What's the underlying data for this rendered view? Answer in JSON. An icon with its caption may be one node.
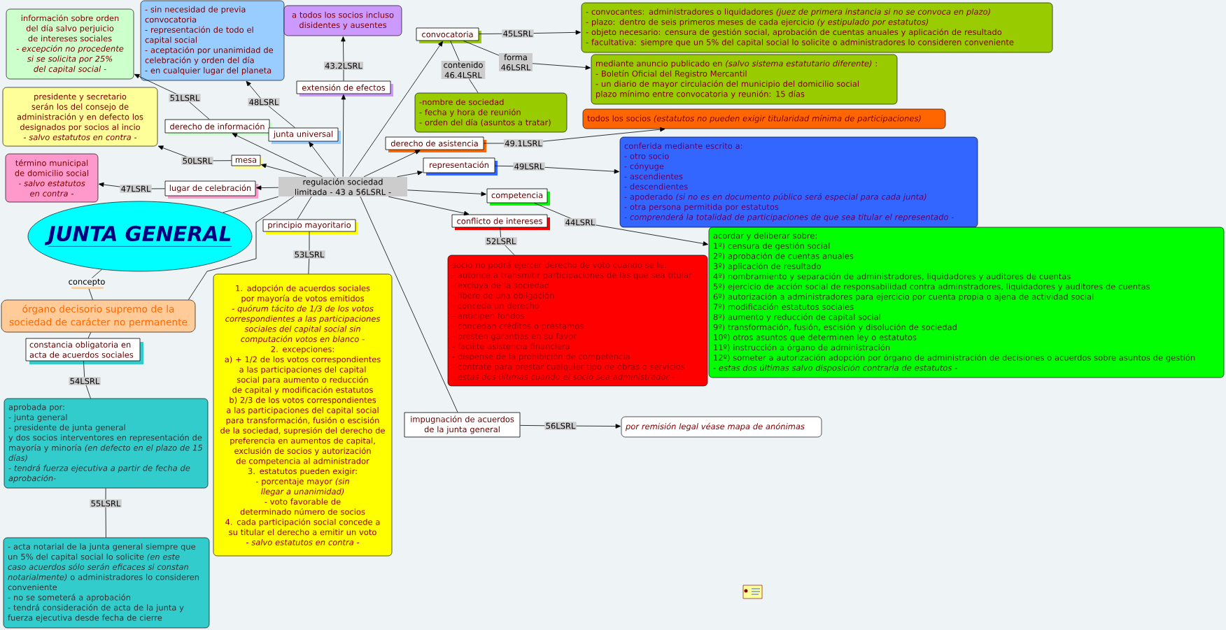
{
  "diagram": {
    "nodes": [
      {
        "text": [
          "información sobre orden del día salvo perjuicio de intereses sociales",
          "- excepción no procedente si se solicita por 25% del capital social -"
        ]
      },
      {
        "text": [
          "- sin necesidad de previa convocatoria",
          "- representación de todo el capital social",
          "- aceptación por unanimidad de celebración y orden del día",
          "- en cualquier lugar del planeta"
        ]
      },
      {
        "text": [
          "a todos los socios incluso disidentes y ausentes"
        ]
      },
      {
        "text": [
          "convocatoria"
        ]
      },
      {
        "text": [
          "- convocantes: administradores o liquidadores *(juez de primera instancia si no se convoca en plazo)*",
          "- plazo: dentro de seis primeros meses de cada ejercicio *(y estipulado por estatutos)*",
          "- objeto necesario: censura de gestión social, aprobación de cuentas anuales y aplicación de resultado",
          "- facultativa: siempre que un 5% del capital social lo solicite o administradores lo consideren conveniente"
        ]
      },
      {
        "text": [
          "mediante anuncio publicado en *(salvo sistema estatutario diferente)* :",
          "- Boletín Oficial del Registro Mercantil",
          "- un diario de mayor circulación del municipio del domicilio social",
          "plazo mínimo entre convocatoria y reunión: 15 días"
        ]
      },
      {
        "text": [
          "presidente y secretario serán los del consejo de administración y en defecto los designados por socios al incio",
          "- salvo estatutos en contra -"
        ]
      },
      {
        "text": [
          "-nombre de sociedad",
          "- fecha y hora de reunión",
          "- orden del día (asuntos a tratar)"
        ]
      },
      {
        "text": [
          "extensión de efectos"
        ]
      },
      {
        "text": [
          "todos los socios *(estatutos no pueden exigir titularidad mínima de participaciones)*"
        ]
      },
      {
        "text": [
          "derecho de información"
        ]
      },
      {
        "text": [
          "junta universal"
        ]
      },
      {
        "text": [
          "derecho de asistencia"
        ]
      },
      {
        "text": [
          "conferida mediante escrito a:",
          "- otro socio",
          "- cónyuge",
          "- ascendientes",
          "- descendientes",
          "- apoderado *(si no es en documento público será especial para cada junta)*",
          "- otra persona permitida por estatutos",
          "- comprenderá la totalidad de participaciones de que sea titular el representado -"
        ]
      },
      {
        "text": [
          "representación"
        ]
      },
      {
        "text": [
          "término municipal de domicilio social",
          "- salvo estatutos en contra -"
        ]
      },
      {
        "text": [
          "mesa"
        ]
      },
      {
        "text": [
          "lugar de celebración"
        ]
      },
      {
        "text": [
          "regulación sociedad limitada - 43 a 56LSRL -"
        ]
      },
      {
        "text": [
          "competencia"
        ]
      },
      {
        "text": [
          "conflicto de intereses"
        ]
      },
      {
        "text": [
          "JUNTA GENERAL"
        ]
      },
      {
        "text": [
          "principio mayoritario"
        ]
      },
      {
        "text": [
          "acordar y deliberar sobre:",
          "1º) censura de gestión social",
          "2º) aprobación de cuentas anuales",
          "3º) aplicación de resultado",
          "4º) nombramiento y separación de administradores, liquidadores y auditores de cuentas",
          "5º) ejercicio de acción social de responsabilidad contra adminstradores, liquidadores y auditores de cuentas",
          "6º) autorización a administradores para ejercicio por cuenta propia o ajena de actividad social",
          "7º) modificación estatutos sociales",
          "8º) aumento y reducción de capital social",
          "9º) transformación, fusión, escisión y disolución de sociedad",
          "10º) otros asuntos que determinen ley o estatutos",
          "11º) instrucción a órgano de administración",
          "12º) someter a autorización adopción por órgano de administración de decisiones o acuerdos sobre asuntos de gestión",
          "- estas dos últimas salvo disposición contraria de estatutos -"
        ]
      },
      {
        "text": [
          "socio no podrá ejercer derecho de voto cuando se le:",
          "- autorice a transmitir participaciones de las que sea titular",
          "- excluya de la sociedad",
          "- libere de una obligación",
          "- conceda un derecho",
          "- anticipen fondos",
          "- concedan créditos o préstamos",
          "- presten garantías en su favor",
          "- facilite asistencia financiera",
          "- dispense de la prohibición de competencia",
          "- contrate para prestar cualquier tipo de obras o servicios",
          "- estas dos últimas cuando el socio sea administrador -"
        ]
      },
      {
        "text": [
          "1. adopción de acuerdos sociales por mayoría de votos emitidos",
          "- quórum tácito de 1/3 de los votos correspondientes a las participaciones sociales del capital social sin computación votos en blanco -",
          "2. excepciones:",
          "a) + 1/2 de los votos correspondientes a las participaciones del capital social para aumento o reducción de capital y modificación estatutos",
          "b) 2/3 de los votos correspondientes a las participaciones del capital social para transformación, fusión o escisión de la sociedad, supresión del derecho de preferencia en aumentos de capital, exclusión de socios y autorización de competencia al administrador",
          "3. estatutos pueden exigir:",
          "- porcentaje mayor *(sin llegar a unanimidad)*",
          "- voto favorable de determinado número de socios",
          "4. cada participación social concede a su titular el derecho a emitir un voto",
          "- salvo estatutos en contra -"
        ]
      },
      {
        "text": [
          "órgano decisorio supremo de la sociedad de carácter no permanente"
        ]
      },
      {
        "text": [
          "constancia obligatoria en acta de acuerdos sociales"
        ]
      },
      {
        "text": [
          "aprobada por:",
          "- junta general",
          "- presidente de junta general",
          "y dos socios interventores en representación de mayoría y minoría *(en defecto en el plazo de 15 días)*",
          "- tendrá fuerza ejecutiva a partir de fecha de aprobación-"
        ]
      },
      {
        "text": [
          "impugnación de acuerdos de la junta general"
        ]
      },
      {
        "text": [
          "por remisión legal véase mapa de anónimas"
        ]
      },
      {
        "text": [
          "- acta notarial de la junta general siempre que un 5% del capital social lo solicite *(en este caso acuerdos sólo serán eficaces si constan notarialmente)* o administradores lo consideren conveniente",
          "- no se someterá a aprobación",
          "- tendrá consideración de acta de la junta y fuerza ejecutiva desde fecha de cierre"
        ]
      }
    ],
    "edges": [
      {
        "from": 21,
        "to": 18,
        "arrow": "none"
      },
      {
        "from": 21,
        "to": 26,
        "arrow": "none",
        "label": "concepto"
      },
      {
        "from": 26,
        "to": 27,
        "arrow": "none"
      },
      {
        "from": 27,
        "to": 28,
        "arrow": "none",
        "label": "54LSRL"
      },
      {
        "from": 28,
        "to": 31,
        "arrow": "none",
        "label": "55LSRL"
      },
      {
        "from": 18,
        "to": 26,
        "arrow": "none"
      },
      {
        "from": 18,
        "to": 22,
        "arrow": "none"
      },
      {
        "from": 22,
        "to": 25,
        "arrow": "none",
        "label": "53LSRL"
      },
      {
        "from": 18,
        "to": 17,
        "arrow": "to"
      },
      {
        "from": 17,
        "to": 15,
        "arrow": "to",
        "label": "47LSRL"
      },
      {
        "from": 18,
        "to": 16,
        "arrow": "to"
      },
      {
        "from": 16,
        "to": 6,
        "arrow": "to",
        "label": "50LSRL"
      },
      {
        "from": 18,
        "to": 10,
        "arrow": "to"
      },
      {
        "from": 10,
        "to": 0,
        "arrow": "to",
        "label": "51LSRL"
      },
      {
        "from": 18,
        "to": 11,
        "arrow": "to"
      },
      {
        "from": 11,
        "to": 1,
        "arrow": "to",
        "label": "48LSRL"
      },
      {
        "from": 18,
        "to": 8,
        "arrow": "to"
      },
      {
        "from": 8,
        "to": 2,
        "arrow": "to",
        "label": "43.2LSRL"
      },
      {
        "from": 18,
        "to": 3,
        "arrow": "to"
      },
      {
        "from": 3,
        "to": 4,
        "arrow": "to",
        "label": "45LSRL"
      },
      {
        "from": 3,
        "to": 5,
        "arrow": "to",
        "label": "forma 46LSRL"
      },
      {
        "from": 3,
        "to": 7,
        "arrow": "none",
        "label": "contenido 46.4LSRL"
      },
      {
        "from": 18,
        "to": 12,
        "arrow": "to"
      },
      {
        "from": 12,
        "to": 9,
        "arrow": "to",
        "label": "49.1LSRL"
      },
      {
        "from": 18,
        "to": 14,
        "arrow": "to"
      },
      {
        "from": 14,
        "to": 13,
        "arrow": "to",
        "label": "49LSRL"
      },
      {
        "from": 18,
        "to": 19,
        "arrow": "to"
      },
      {
        "from": 19,
        "to": 23,
        "arrow": "to",
        "label": "44LSRL"
      },
      {
        "from": 18,
        "to": 20,
        "arrow": "to"
      },
      {
        "from": 20,
        "to": 24,
        "arrow": "none",
        "label": "52LSRL"
      },
      {
        "from": 18,
        "to": 29,
        "arrow": "none"
      },
      {
        "from": 29,
        "to": 30,
        "arrow": "to",
        "label": "56LSRL"
      }
    ]
  }
}
